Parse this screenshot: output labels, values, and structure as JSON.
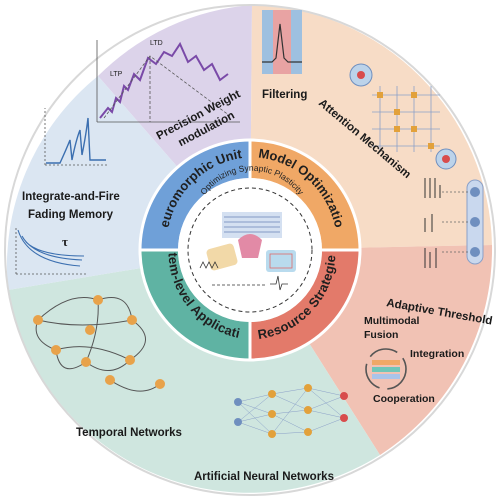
{
  "center": {
    "title": "Optimizing Synaptic Plasticity"
  },
  "quadrants": {
    "neuromorphic_units": "Neuromorphic Units",
    "model_optimization": "Model Optimization",
    "system_level_applications": "System-level Applications",
    "resource_strategies": "Resource Strategies"
  },
  "outer": {
    "precision_weight_line1": "Precision Weight",
    "precision_weight_line2": "modulation",
    "ltp": "LTP",
    "ltd": "LTD",
    "filtering": "Filtering",
    "attention_mechanism": "Attention Mechanism",
    "adaptive_threshold": "Adaptive Threshold",
    "multimodal_line1": "Multimodal",
    "multimodal_line2": "Fusion",
    "integration": "Integration",
    "cooperation": "Cooperation",
    "artificial_neural_networks": "Artificial Neural Networks",
    "temporal_networks": "Temporal Networks",
    "integrate_and_fire": "Integrate-and-Fire",
    "fading_memory": "Fading Memory",
    "tau": "τ"
  },
  "colors": {
    "purple_bg": "#dcd3ea",
    "orange_bg": "#f7dcc6",
    "red_bg": "#f1c2b4",
    "teal_bg": "#cfe6df",
    "blue_bg": "#dbe6f2",
    "gray_bg": "#e6e6e6",
    "inner_blue": "#6fa0d8",
    "inner_orange": "#f0a866",
    "inner_red": "#e37a6a",
    "inner_teal": "#5fb3a3"
  }
}
